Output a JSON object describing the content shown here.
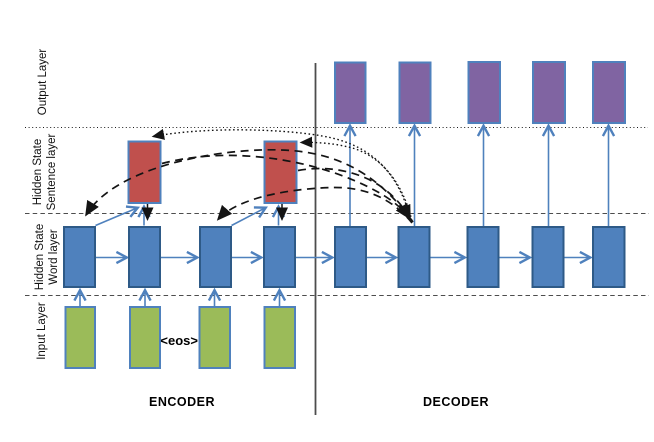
{
  "figure": {
    "regions": {
      "encoder_label": "ENCODER",
      "decoder_label": "DECODER"
    },
    "tokens": {
      "eos": "<eos>"
    },
    "layer_labels": {
      "output": "Output Layer",
      "hidden_state": "Hidden State",
      "sentence": "Sentence layer",
      "word": "Word layer",
      "input": "Input Layer"
    },
    "structure": {
      "encoder_input_boxes": 4,
      "encoder_word_state_boxes": 4,
      "sentence_state_boxes": 2,
      "decoder_word_state_boxes": 5,
      "decoder_output_boxes": 5
    },
    "colors": {
      "input_fill": "#9bbb59",
      "word_fill": "#4f81bd",
      "word_border": "#2e5a87",
      "sentence_fill": "#c0504d",
      "output_fill": "#8064a2",
      "box_border_blue": "#4f81bd",
      "arrow_blue": "#4f81bd",
      "arrow_black": "#141414",
      "separator_gray": "#4d4d4d",
      "separator_dark": "#1a1a1a"
    }
  }
}
